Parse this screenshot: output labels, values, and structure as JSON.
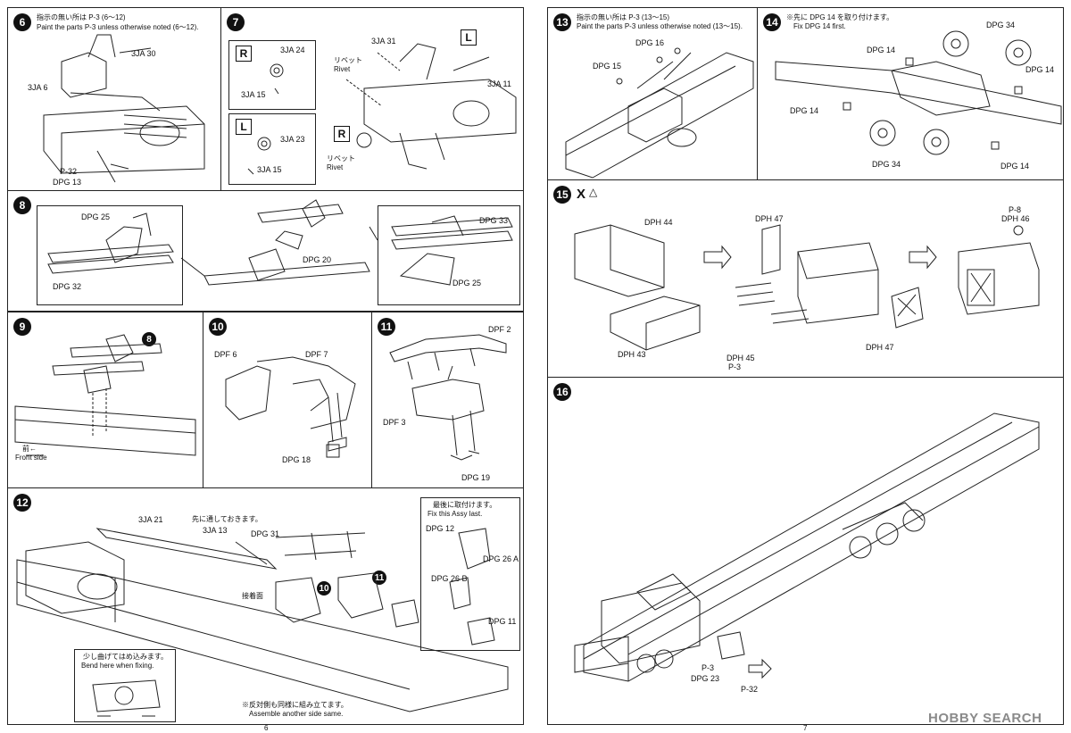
{
  "left_page": {
    "page_number": "6",
    "step6": {
      "number": "6",
      "note_ja": "指示の無い所は",
      "note_en": "Paint the parts",
      "paint_ref": "3",
      "range": "(6〜12)",
      "note_en_tail": "unless otherwise noted (6〜12).",
      "labels": [
        "3JA 30",
        "3JA 6",
        "DPG 13"
      ],
      "ref_mark": "32"
    },
    "step7": {
      "number": "7",
      "tag_r": "R",
      "tag_l": "L",
      "labels_r": [
        "3JA 24",
        "3JA 15"
      ],
      "labels_l": [
        "3JA 23",
        "3JA 15"
      ],
      "labels_main": [
        "3JA 31",
        "3JA 11"
      ],
      "rivet_ja": "リベット",
      "rivet_en": "Rivet"
    },
    "step8": {
      "number": "8",
      "labels": [
        "DPG 25",
        "DPG 32",
        "DPG 20",
        "DPG 33",
        "DPG 25"
      ]
    },
    "step9": {
      "number": "9",
      "ref": "8",
      "front_ja": "前←",
      "front_en": "Front side"
    },
    "step10": {
      "number": "10",
      "labels": [
        "DPF 6",
        "DPF 7",
        "DPG 18"
      ]
    },
    "step11": {
      "number": "11",
      "labels": [
        "DPF 2",
        "DPF 3",
        "DPG 19"
      ]
    },
    "step12": {
      "number": "12",
      "labels": [
        "3JA 21",
        "3JA 13",
        "DPG 31",
        "DPG 12",
        "DPG 26 B",
        "DPG 26 A",
        "DPG 11"
      ],
      "pre_ja": "先に通しておきます。",
      "contact_ja": "接着面",
      "last_ja": "最後に取付けます。",
      "last_en": "Fix this Assy last.",
      "bend_ja": "少し曲げてはめ込みます。",
      "bend_en": "Bend here when fixing.",
      "other_ja": "※反対側も同様に組み立てます。",
      "other_en": "Assemble another side same.",
      "refs": [
        "10",
        "11"
      ]
    }
  },
  "right_page": {
    "page_number": "7",
    "step13": {
      "number": "13",
      "note_ja": "指示の無い所は",
      "note_en": "Paint the parts",
      "paint_ref": "3",
      "range": "(13〜15)",
      "note_en_tail": "unless otherwise noted (13〜15).",
      "labels": [
        "DPG 16",
        "DPG 15"
      ]
    },
    "step14": {
      "number": "14",
      "note_ja": "※先に DPG 14 を取り付けます。",
      "note_en": "Fix DPG 14 first.",
      "labels": [
        "DPG 34",
        "DPG 14",
        "DPG 14",
        "DPG 14",
        "DPG 34",
        "DPG 14"
      ]
    },
    "step15": {
      "number": "15",
      "x_mark": "X",
      "labels": [
        "DPH 44",
        "DPH 43",
        "DPH 47",
        "DPH 45",
        "DPH 47",
        "DPH 46"
      ],
      "paint_refs": [
        "8",
        "3"
      ]
    },
    "step16": {
      "number": "16",
      "labels": [
        "DPG 23"
      ],
      "paint_refs": [
        "3",
        "32"
      ]
    }
  },
  "watermark": {
    "brand": "HOBBY SEARCH"
  }
}
